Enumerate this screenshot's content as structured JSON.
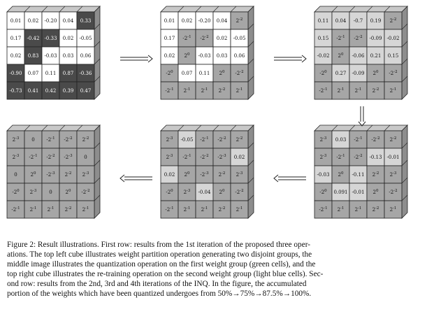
{
  "colors": {
    "white": "#ffffff",
    "dark": "#4a4a4a",
    "gray": "#a6a6a6",
    "light": "#d6d6d6",
    "frame": "#222222",
    "top_face": "#c8c8c8",
    "side_face": "#8d8d8d"
  },
  "cubes": [
    {
      "id": "cube-1",
      "rows": [
        [
          {
            "t": "0.01",
            "c": "white"
          },
          {
            "t": "0.02",
            "c": "white"
          },
          {
            "t": "-0.20",
            "c": "white"
          },
          {
            "t": "0.04",
            "c": "white"
          },
          {
            "t": "0.33",
            "c": "dark"
          }
        ],
        [
          {
            "t": "0.17",
            "c": "white"
          },
          {
            "t": "-0.42",
            "c": "dark"
          },
          {
            "t": "-0.33",
            "c": "dark"
          },
          {
            "t": "0.02",
            "c": "white"
          },
          {
            "t": "-0.05",
            "c": "white"
          }
        ],
        [
          {
            "t": "0.02",
            "c": "white"
          },
          {
            "t": "0.83",
            "c": "dark"
          },
          {
            "t": "-0.03",
            "c": "white"
          },
          {
            "t": "0.03",
            "c": "white"
          },
          {
            "t": "0.06",
            "c": "white"
          }
        ],
        [
          {
            "t": "-0.90",
            "c": "dark"
          },
          {
            "t": "0.07",
            "c": "white"
          },
          {
            "t": "0.11",
            "c": "white"
          },
          {
            "t": "0.87",
            "c": "dark"
          },
          {
            "t": "-0.36",
            "c": "dark"
          }
        ],
        [
          {
            "t": "-0.73",
            "c": "dark"
          },
          {
            "t": "0.41",
            "c": "dark"
          },
          {
            "t": "0.42",
            "c": "dark"
          },
          {
            "t": "0.39",
            "c": "dark"
          },
          {
            "t": "0.47",
            "c": "dark"
          }
        ]
      ]
    },
    {
      "id": "cube-2",
      "rows": [
        [
          {
            "t": "0.01",
            "c": "white"
          },
          {
            "t": "0.02",
            "c": "white"
          },
          {
            "t": "-0.20",
            "c": "white"
          },
          {
            "t": "0.04",
            "c": "white"
          },
          {
            "t": "2^-2",
            "c": "gray"
          }
        ],
        [
          {
            "t": "0.17",
            "c": "white"
          },
          {
            "t": "-2^-1",
            "c": "gray"
          },
          {
            "t": "-2^-2",
            "c": "gray"
          },
          {
            "t": "0.02",
            "c": "white"
          },
          {
            "t": "-0.05",
            "c": "white"
          }
        ],
        [
          {
            "t": "0.02",
            "c": "white"
          },
          {
            "t": "2^0",
            "c": "gray"
          },
          {
            "t": "-0.03",
            "c": "white"
          },
          {
            "t": "0.03",
            "c": "white"
          },
          {
            "t": "0.06",
            "c": "white"
          }
        ],
        [
          {
            "t": "-2^0",
            "c": "gray"
          },
          {
            "t": "0.07",
            "c": "white"
          },
          {
            "t": "0.11",
            "c": "white"
          },
          {
            "t": "2^0",
            "c": "gray"
          },
          {
            "t": "-2^-2",
            "c": "gray"
          }
        ],
        [
          {
            "t": "-2^-1",
            "c": "gray"
          },
          {
            "t": "2^-1",
            "c": "gray"
          },
          {
            "t": "2^-1",
            "c": "gray"
          },
          {
            "t": "2^-2",
            "c": "gray"
          },
          {
            "t": "2^-1",
            "c": "gray"
          }
        ]
      ]
    },
    {
      "id": "cube-3",
      "rows": [
        [
          {
            "t": "0.11",
            "c": "light"
          },
          {
            "t": "0.04",
            "c": "light"
          },
          {
            "t": "-0.7",
            "c": "light"
          },
          {
            "t": "0.19",
            "c": "light"
          },
          {
            "t": "2^-2",
            "c": "gray"
          }
        ],
        [
          {
            "t": "0.15",
            "c": "light"
          },
          {
            "t": "-2^-1",
            "c": "gray"
          },
          {
            "t": "-2^-2",
            "c": "gray"
          },
          {
            "t": "-0.09",
            "c": "light"
          },
          {
            "t": "-0.02",
            "c": "light"
          }
        ],
        [
          {
            "t": "-0.02",
            "c": "light"
          },
          {
            "t": "2^0",
            "c": "gray"
          },
          {
            "t": "-0.06",
            "c": "light"
          },
          {
            "t": "0.21",
            "c": "light"
          },
          {
            "t": "0.15",
            "c": "light"
          }
        ],
        [
          {
            "t": "-2^0",
            "c": "gray"
          },
          {
            "t": "0.27",
            "c": "light"
          },
          {
            "t": "-0.09",
            "c": "light"
          },
          {
            "t": "2^0",
            "c": "gray"
          },
          {
            "t": "-2^-2",
            "c": "gray"
          }
        ],
        [
          {
            "t": "-2^-1",
            "c": "gray"
          },
          {
            "t": "2^-1",
            "c": "gray"
          },
          {
            "t": "2^-1",
            "c": "gray"
          },
          {
            "t": "2^-2",
            "c": "gray"
          },
          {
            "t": "2^-1",
            "c": "gray"
          }
        ]
      ]
    },
    {
      "id": "cube-4",
      "rows": [
        [
          {
            "t": "2^-3",
            "c": "gray"
          },
          {
            "t": "0.03",
            "c": "light"
          },
          {
            "t": "-2^-1",
            "c": "gray"
          },
          {
            "t": "-2^-2",
            "c": "gray"
          },
          {
            "t": "2^-2",
            "c": "gray"
          }
        ],
        [
          {
            "t": "2^-3",
            "c": "gray"
          },
          {
            "t": "-2^-1",
            "c": "gray"
          },
          {
            "t": "-2^-2",
            "c": "gray"
          },
          {
            "t": "-0.13",
            "c": "light"
          },
          {
            "t": "-0.01",
            "c": "light"
          }
        ],
        [
          {
            "t": "-0.03",
            "c": "light"
          },
          {
            "t": "2^0",
            "c": "gray"
          },
          {
            "t": "-0.11",
            "c": "light"
          },
          {
            "t": "2^-2",
            "c": "gray"
          },
          {
            "t": "2^-3",
            "c": "gray"
          }
        ],
        [
          {
            "t": "-2^0",
            "c": "gray"
          },
          {
            "t": "0.091",
            "c": "light"
          },
          {
            "t": "-0.01",
            "c": "light"
          },
          {
            "t": "2^0",
            "c": "gray"
          },
          {
            "t": "-2^-2",
            "c": "gray"
          }
        ],
        [
          {
            "t": "-2^-1",
            "c": "gray"
          },
          {
            "t": "2^-1",
            "c": "gray"
          },
          {
            "t": "2^-1",
            "c": "gray"
          },
          {
            "t": "2^-2",
            "c": "gray"
          },
          {
            "t": "2^-1",
            "c": "gray"
          }
        ]
      ]
    },
    {
      "id": "cube-5",
      "rows": [
        [
          {
            "t": "2^-3",
            "c": "gray"
          },
          {
            "t": "-0.05",
            "c": "light"
          },
          {
            "t": "-2^-1",
            "c": "gray"
          },
          {
            "t": "-2^-2",
            "c": "gray"
          },
          {
            "t": "2^-2",
            "c": "gray"
          }
        ],
        [
          {
            "t": "2^-3",
            "c": "gray"
          },
          {
            "t": "-2^-1",
            "c": "gray"
          },
          {
            "t": "-2^-2",
            "c": "gray"
          },
          {
            "t": "-2^-3",
            "c": "gray"
          },
          {
            "t": "0.02",
            "c": "light"
          }
        ],
        [
          {
            "t": "0.02",
            "c": "light"
          },
          {
            "t": "2^0",
            "c": "gray"
          },
          {
            "t": "-2^-3",
            "c": "gray"
          },
          {
            "t": "2^-2",
            "c": "gray"
          },
          {
            "t": "2^-3",
            "c": "gray"
          }
        ],
        [
          {
            "t": "-2^0",
            "c": "gray"
          },
          {
            "t": "2^-3",
            "c": "gray"
          },
          {
            "t": "-0.04",
            "c": "light"
          },
          {
            "t": "2^0",
            "c": "gray"
          },
          {
            "t": "-2^-2",
            "c": "gray"
          }
        ],
        [
          {
            "t": "-2^-1",
            "c": "gray"
          },
          {
            "t": "2^-1",
            "c": "gray"
          },
          {
            "t": "2^-1",
            "c": "gray"
          },
          {
            "t": "2^-2",
            "c": "gray"
          },
          {
            "t": "2^-1",
            "c": "gray"
          }
        ]
      ]
    },
    {
      "id": "cube-6",
      "rows": [
        [
          {
            "t": "2^-3",
            "c": "gray"
          },
          {
            "t": "0",
            "c": "gray"
          },
          {
            "t": "-2^-1",
            "c": "gray"
          },
          {
            "t": "-2^-2",
            "c": "gray"
          },
          {
            "t": "2^-2",
            "c": "gray"
          }
        ],
        [
          {
            "t": "2^-3",
            "c": "gray"
          },
          {
            "t": "-2^-1",
            "c": "gray"
          },
          {
            "t": "-2^-2",
            "c": "gray"
          },
          {
            "t": "-2^-3",
            "c": "gray"
          },
          {
            "t": "0",
            "c": "gray"
          }
        ],
        [
          {
            "t": "0",
            "c": "gray"
          },
          {
            "t": "2^0",
            "c": "gray"
          },
          {
            "t": "-2^-3",
            "c": "gray"
          },
          {
            "t": "2^-2",
            "c": "gray"
          },
          {
            "t": "2^-3",
            "c": "gray"
          }
        ],
        [
          {
            "t": "-2^0",
            "c": "gray"
          },
          {
            "t": "2^-3",
            "c": "gray"
          },
          {
            "t": "0",
            "c": "gray"
          },
          {
            "t": "2^0",
            "c": "gray"
          },
          {
            "t": "-2^-2",
            "c": "gray"
          }
        ],
        [
          {
            "t": "-2^-1",
            "c": "gray"
          },
          {
            "t": "2^-1",
            "c": "gray"
          },
          {
            "t": "2^-1",
            "c": "gray"
          },
          {
            "t": "2^-2",
            "c": "gray"
          },
          {
            "t": "2^-1",
            "c": "gray"
          }
        ]
      ]
    }
  ],
  "arrows": [
    {
      "id": "arrow-1-2",
      "direction": "right"
    },
    {
      "id": "arrow-2-3",
      "direction": "right"
    },
    {
      "id": "arrow-3-4",
      "direction": "down"
    },
    {
      "id": "arrow-4-5",
      "direction": "left"
    },
    {
      "id": "arrow-5-6",
      "direction": "left"
    }
  ],
  "caption": {
    "line1": "Figure 2: Result illustrations. First row: results from the 1st iteration of the proposed three oper-",
    "line2": "ations. The top left cube illustrates weight partition operation generating two disjoint groups, the",
    "line3": "middle image illustrates the quantization operation on the first weight group (green cells), and the",
    "line4": "top right cube illustrates the re-training operation on the second weight group (light blue cells). Sec-",
    "line5": "ond row: results from the 2nd, 3rd and 4th iterations of the INQ. In the figure, the accumulated",
    "line6": "portion of the weights which have been quantized undergoes from 50%→75%→87.5%→100%."
  }
}
